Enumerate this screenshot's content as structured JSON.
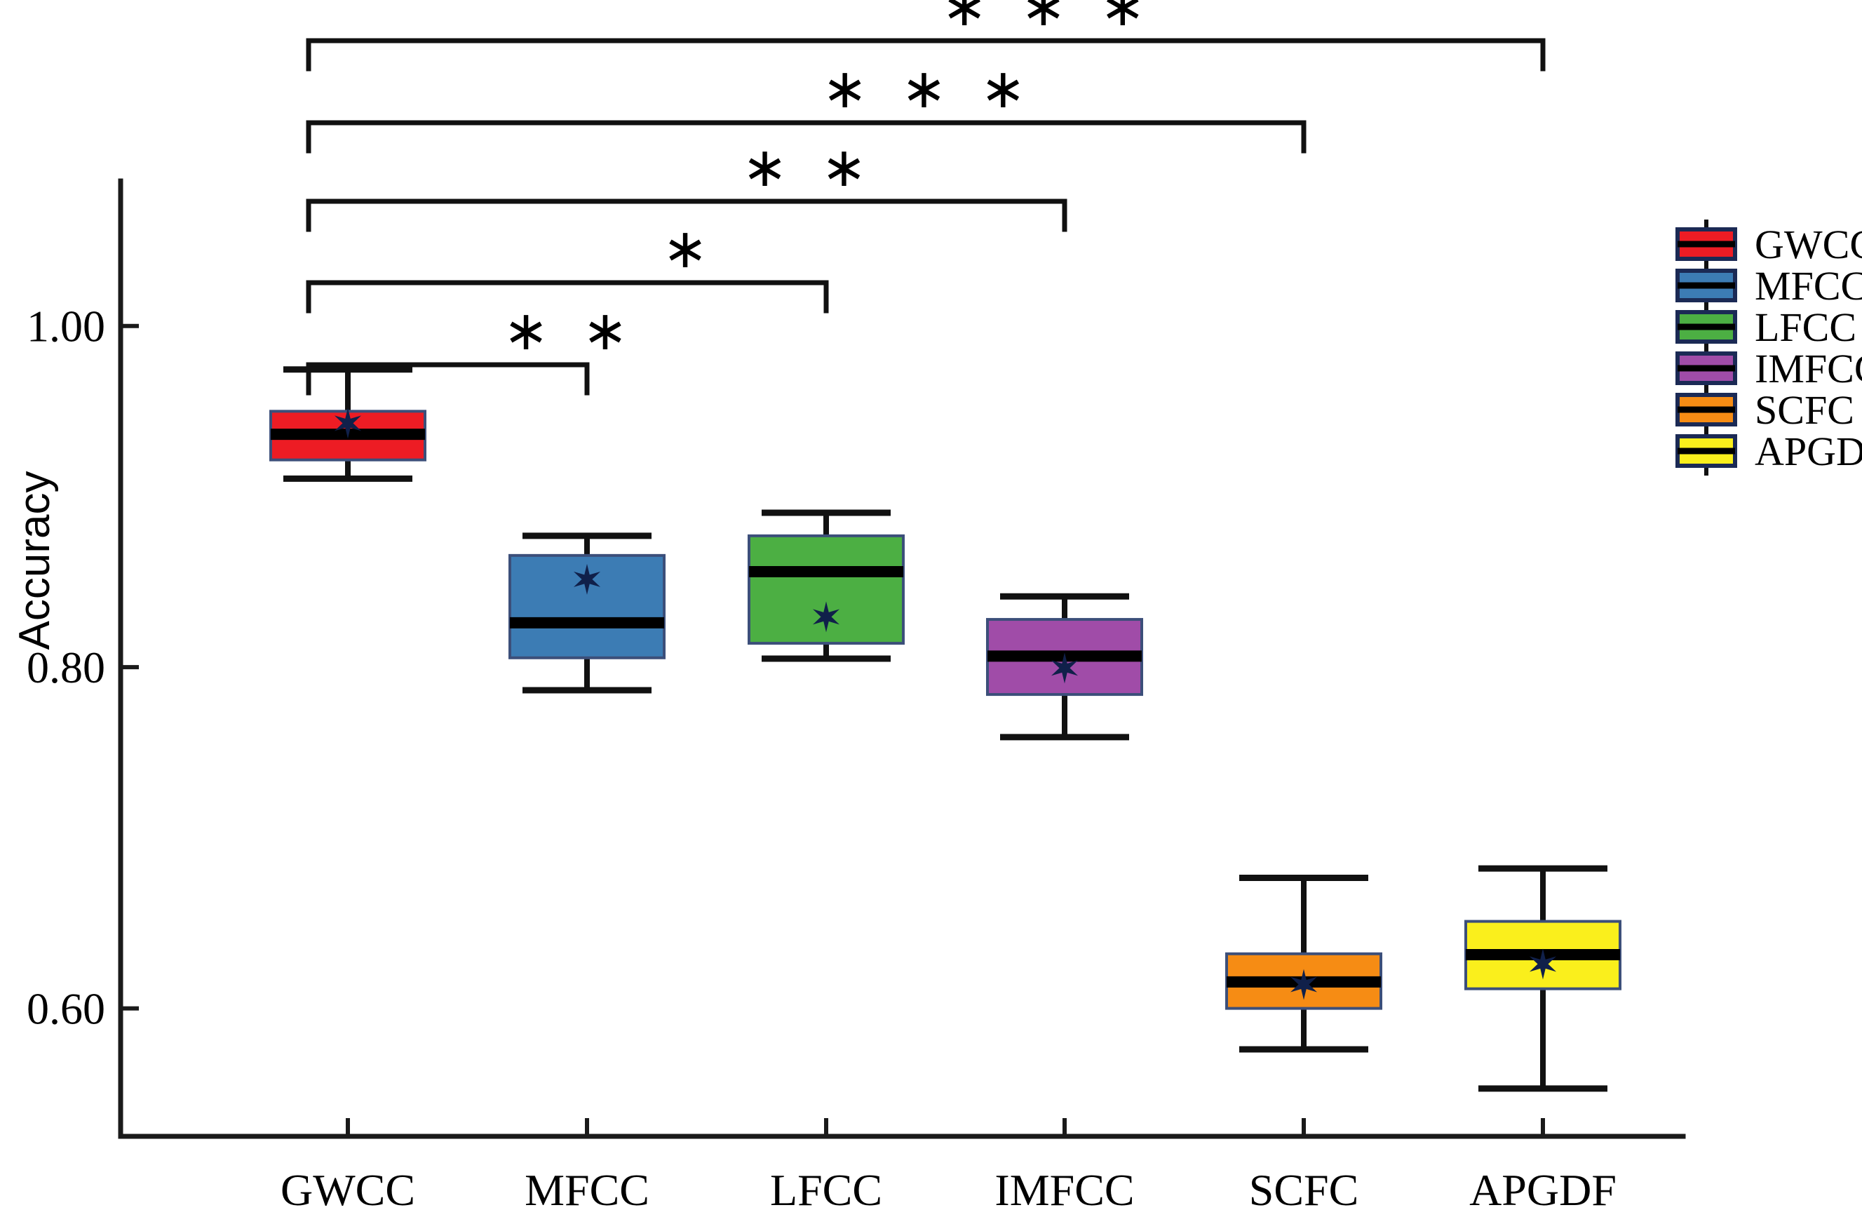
{
  "chart_data": {
    "type": "box",
    "title": "",
    "xlabel": "",
    "ylabel": "Accuracy",
    "categories": [
      "GWCC",
      "MFCC",
      "LFCC",
      "IMFCC",
      "SCFC",
      "APGDF"
    ],
    "ytick_labels": [
      "1.00",
      "0.80",
      "0.60"
    ],
    "ytick_values": [
      1.0,
      0.8,
      0.6
    ],
    "ylim": [
      0.525,
      1.085
    ],
    "grid": false,
    "legend_position": "right",
    "colors": {
      "GWCC": "#ED1C24",
      "MFCC": "#3C7CB4",
      "LFCC": "#4CAF43",
      "IMFCC": "#A04CA8",
      "SCFC": "#F68C14",
      "APGDF": "#FAEF1C",
      "box_edge": "#3c4f7a",
      "line": "#111111",
      "mean_marker": "#10204a"
    },
    "boxes": [
      {
        "label": "GWCC",
        "whisker_high": 0.9745,
        "q3": 0.95,
        "median": 0.9365,
        "q1": 0.9215,
        "whisker_low": 0.9105,
        "mean": 0.943
      },
      {
        "label": "MFCC",
        "whisker_high": 0.877,
        "q3": 0.8655,
        "median": 0.826,
        "q1": 0.8055,
        "whisker_low": 0.7865,
        "mean": 0.8515
      },
      {
        "label": "LFCC",
        "whisker_high": 0.8905,
        "q3": 0.877,
        "median": 0.856,
        "q1": 0.814,
        "whisker_low": 0.805,
        "mean": 0.8295
      },
      {
        "label": "IMFCC",
        "whisker_high": 0.8415,
        "q3": 0.828,
        "median": 0.8065,
        "q1": 0.784,
        "whisker_low": 0.759,
        "mean": 0.7995
      },
      {
        "label": "SCFC",
        "whisker_high": 0.6765,
        "q3": 0.632,
        "median": 0.6155,
        "q1": 0.6,
        "whisker_low": 0.576,
        "mean": 0.614
      },
      {
        "label": "APGDF",
        "whisker_high": 0.682,
        "q3": 0.651,
        "median": 0.6315,
        "q1": 0.6115,
        "whisker_low": 0.553,
        "mean": 0.626
      }
    ],
    "significance": [
      {
        "from": "GWCC",
        "to": "APGDF",
        "stars": "∗ ∗ ∗",
        "level": "***"
      },
      {
        "from": "GWCC",
        "to": "SCFC",
        "stars": "∗ ∗ ∗",
        "level": "***"
      },
      {
        "from": "GWCC",
        "to": "IMFCC",
        "stars": "∗ ∗",
        "level": "**"
      },
      {
        "from": "GWCC",
        "to": "LFCC",
        "stars": "∗",
        "level": "*"
      },
      {
        "from": "GWCC",
        "to": "MFCC",
        "stars": "∗ ∗",
        "level": "**"
      }
    ],
    "legend": [
      {
        "label": "GWCC",
        "color": "#ED1C24"
      },
      {
        "label": "MFCC",
        "color": "#3C7CB4"
      },
      {
        "label": "LFCC",
        "color": "#4CAF43"
      },
      {
        "label": "IMFCC",
        "color": "#A04CA8"
      },
      {
        "label": "SCFC",
        "color": "#F68C14"
      },
      {
        "label": "APGDF",
        "color": "#FAEF1C"
      }
    ]
  }
}
